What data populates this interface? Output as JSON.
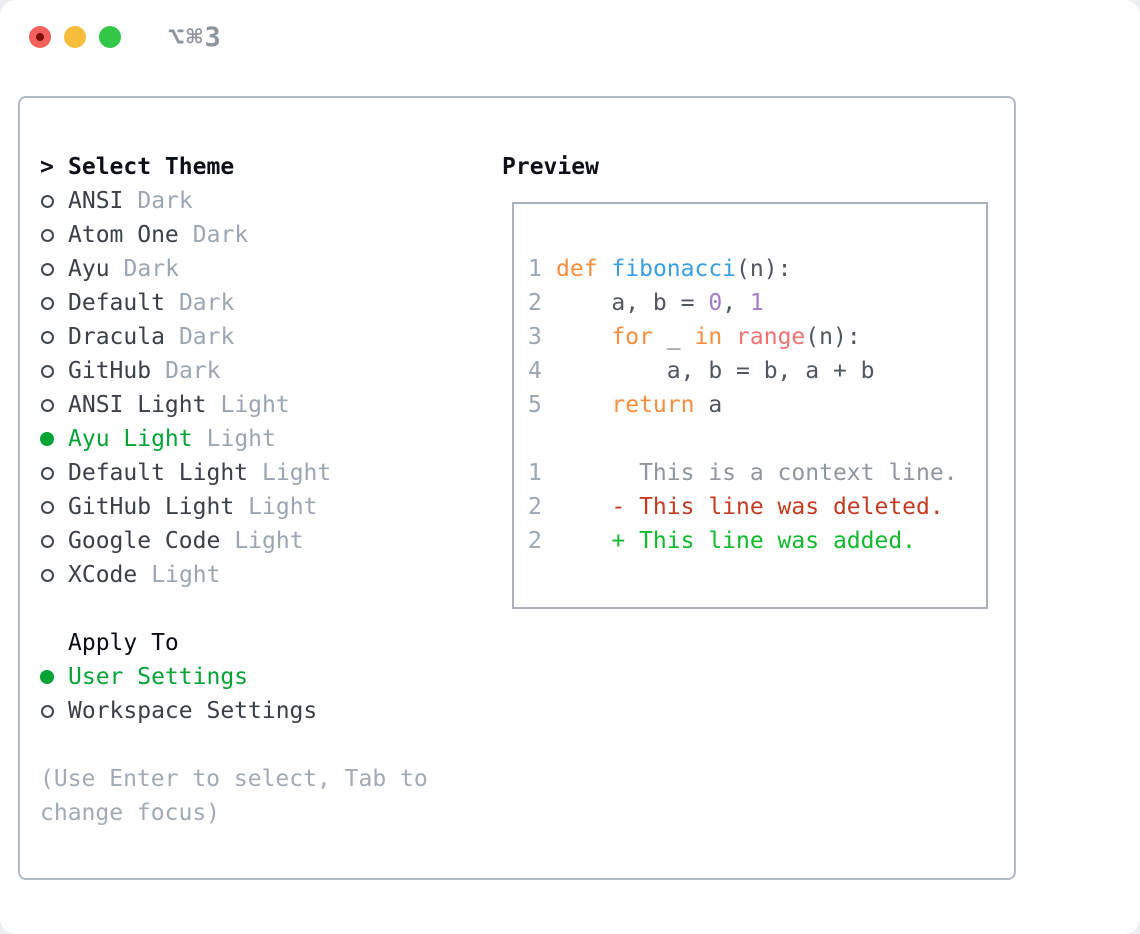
{
  "window": {
    "title": "⌥⌘3"
  },
  "traffic_lights": {
    "close_color": "#f4605a",
    "minimize_color": "#f6bd3a",
    "zoom_color": "#33c748",
    "close_dot_color": "#7c1008"
  },
  "theme_list": {
    "header_marker": ">",
    "header": "Select Theme",
    "items": [
      {
        "name": "ANSI",
        "variant": "Dark",
        "selected": false
      },
      {
        "name": "Atom One",
        "variant": "Dark",
        "selected": false
      },
      {
        "name": "Ayu",
        "variant": "Dark",
        "selected": false
      },
      {
        "name": "Default",
        "variant": "Dark",
        "selected": false
      },
      {
        "name": "Dracula",
        "variant": "Dark",
        "selected": false
      },
      {
        "name": "GitHub",
        "variant": "Dark",
        "selected": false
      },
      {
        "name": "ANSI Light",
        "variant": "Light",
        "selected": false
      },
      {
        "name": "Ayu Light",
        "variant": "Light",
        "selected": true
      },
      {
        "name": "Default Light",
        "variant": "Light",
        "selected": false
      },
      {
        "name": "GitHub Light",
        "variant": "Light",
        "selected": false
      },
      {
        "name": "Google Code",
        "variant": "Light",
        "selected": false
      },
      {
        "name": "XCode",
        "variant": "Light",
        "selected": false
      }
    ]
  },
  "apply_to": {
    "header": "Apply To",
    "options": [
      {
        "label": "User Settings",
        "selected": true
      },
      {
        "label": "Workspace Settings",
        "selected": false
      }
    ]
  },
  "help_text": "(Use Enter to select, Tab to change focus)",
  "preview": {
    "header": "Preview",
    "lines": [
      {
        "num": "1",
        "tokens": [
          {
            "text": "def",
            "c": "kw"
          },
          {
            "text": " ",
            "c": "fg"
          },
          {
            "text": "fibonacci",
            "c": "fn"
          },
          {
            "text": "(n):",
            "c": "fg"
          }
        ]
      },
      {
        "num": "2",
        "tokens": [
          {
            "text": "    a, b = ",
            "c": "fg"
          },
          {
            "text": "0",
            "c": "num"
          },
          {
            "text": ", ",
            "c": "fg"
          },
          {
            "text": "1",
            "c": "num"
          }
        ]
      },
      {
        "num": "3",
        "tokens": [
          {
            "text": "    ",
            "c": "fg"
          },
          {
            "text": "for",
            "c": "kw"
          },
          {
            "text": " _ ",
            "c": "fg"
          },
          {
            "text": "in",
            "c": "kw"
          },
          {
            "text": " ",
            "c": "fg"
          },
          {
            "text": "range",
            "c": "call"
          },
          {
            "text": "(n):",
            "c": "fg"
          }
        ]
      },
      {
        "num": "4",
        "tokens": [
          {
            "text": "        a, b = b, a + b",
            "c": "fg"
          }
        ]
      },
      {
        "num": "5",
        "tokens": [
          {
            "text": "    ",
            "c": "fg"
          },
          {
            "text": "return",
            "c": "kw"
          },
          {
            "text": " a",
            "c": "fg"
          }
        ]
      },
      {
        "num": "",
        "tokens": []
      },
      {
        "num": "1",
        "tokens": [
          {
            "text": "      This is a context line.",
            "c": "ctx"
          }
        ]
      },
      {
        "num": "2",
        "tokens": [
          {
            "text": "    - This line was deleted.",
            "c": "del"
          }
        ]
      },
      {
        "num": "2",
        "tokens": [
          {
            "text": "    + This line was added.",
            "c": "add"
          }
        ]
      }
    ]
  },
  "colors": {
    "selection_green": "#04a335",
    "diff_added_green": "#0fba2d",
    "diff_deleted_red": "#c53b22",
    "keyword_orange": "#f98d3e",
    "function_blue": "#399ee6",
    "number_purple": "#a37acc",
    "call_coral": "#f07171",
    "secondary_gray": "#9ba6b2"
  }
}
